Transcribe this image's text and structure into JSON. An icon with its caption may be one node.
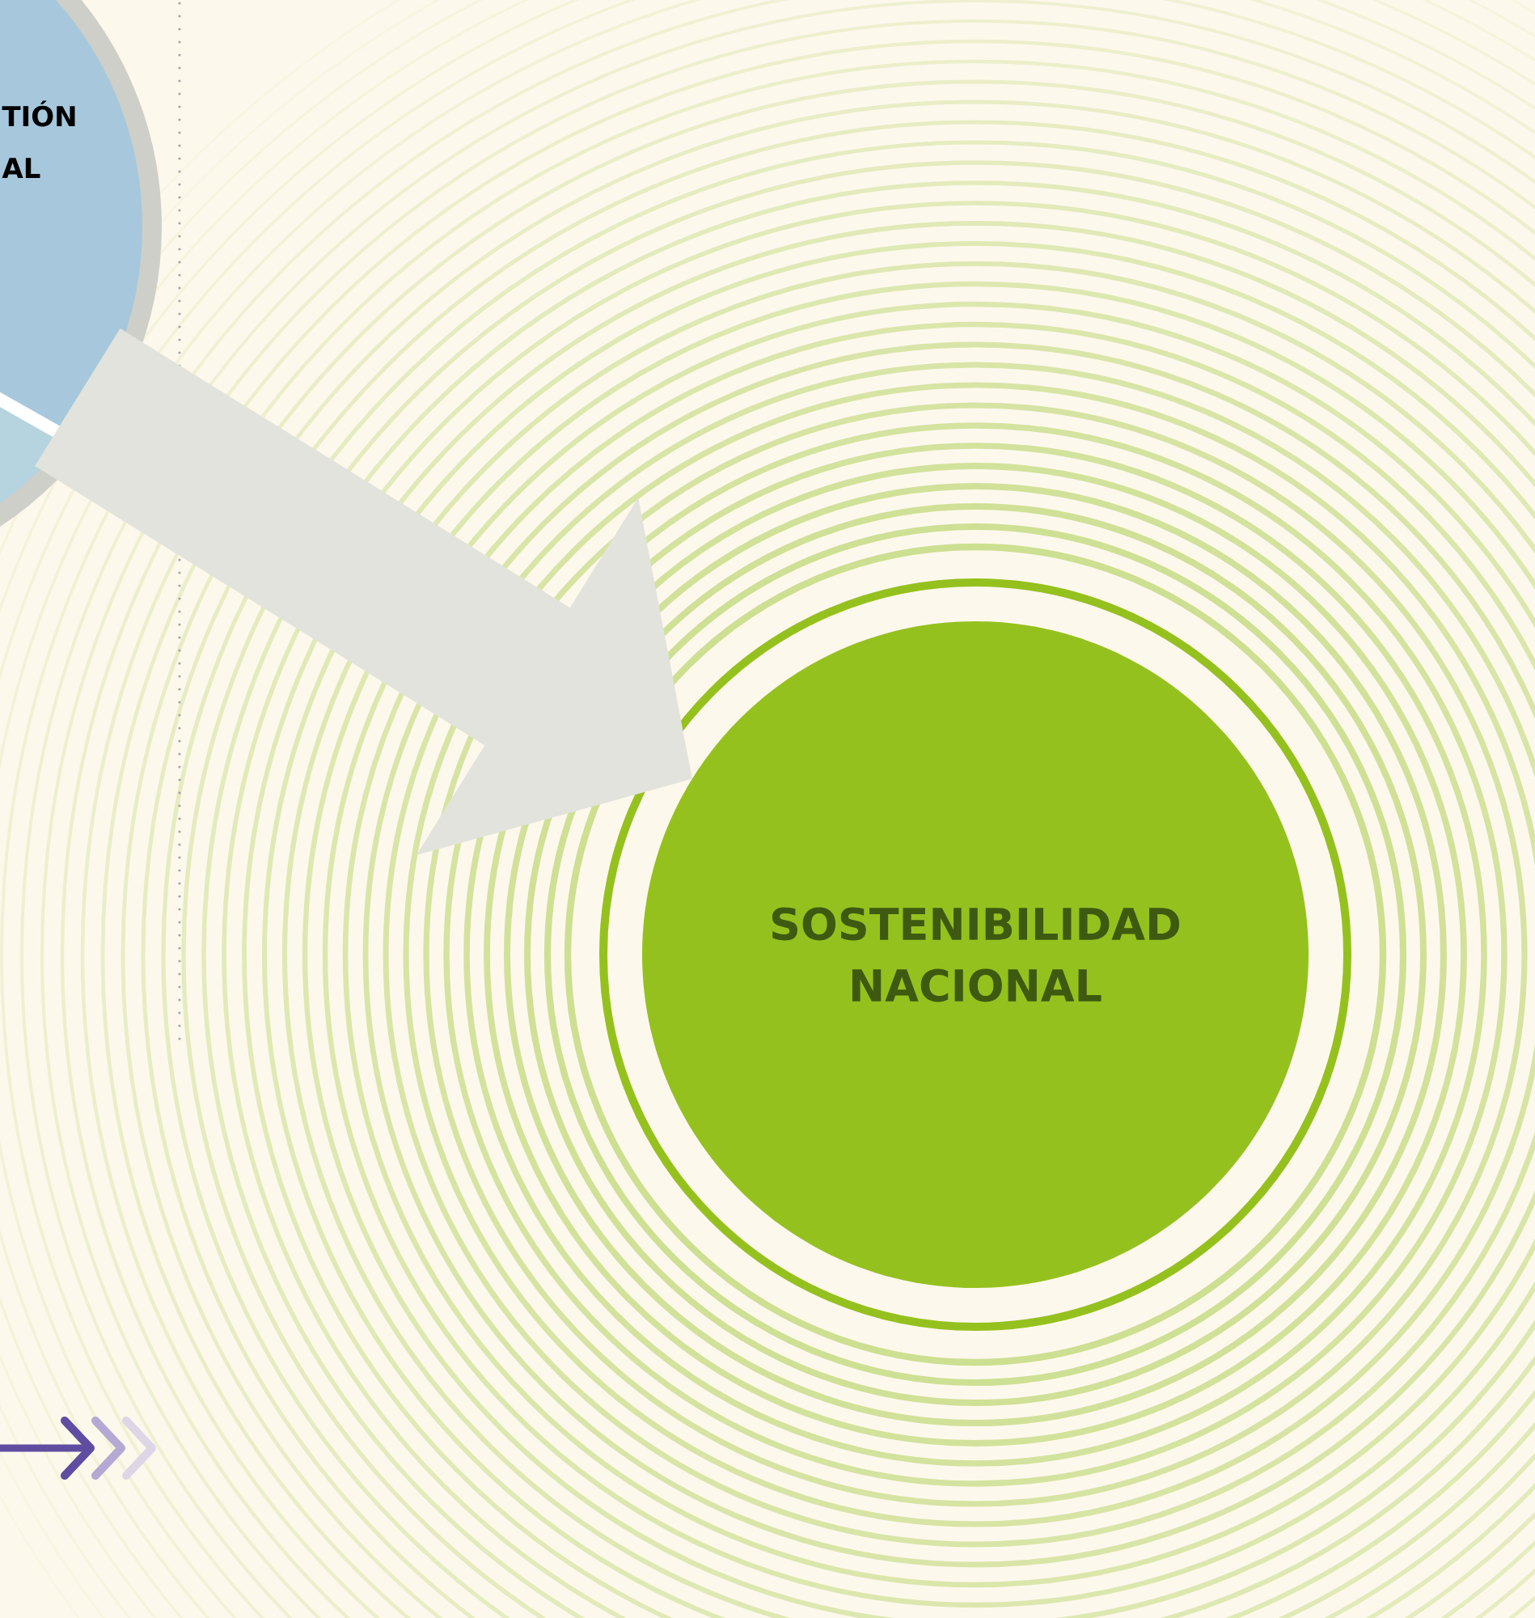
{
  "diagram": {
    "nodes": [
      {
        "text": [
          "TIÓN AL"
        ]
      },
      {
        "text": [
          "SOSTENIBILIDAD NACIONAL"
        ]
      }
    ],
    "edges": [
      {
        "from": 0,
        "to": 1,
        "arrow": "to"
      }
    ]
  }
}
